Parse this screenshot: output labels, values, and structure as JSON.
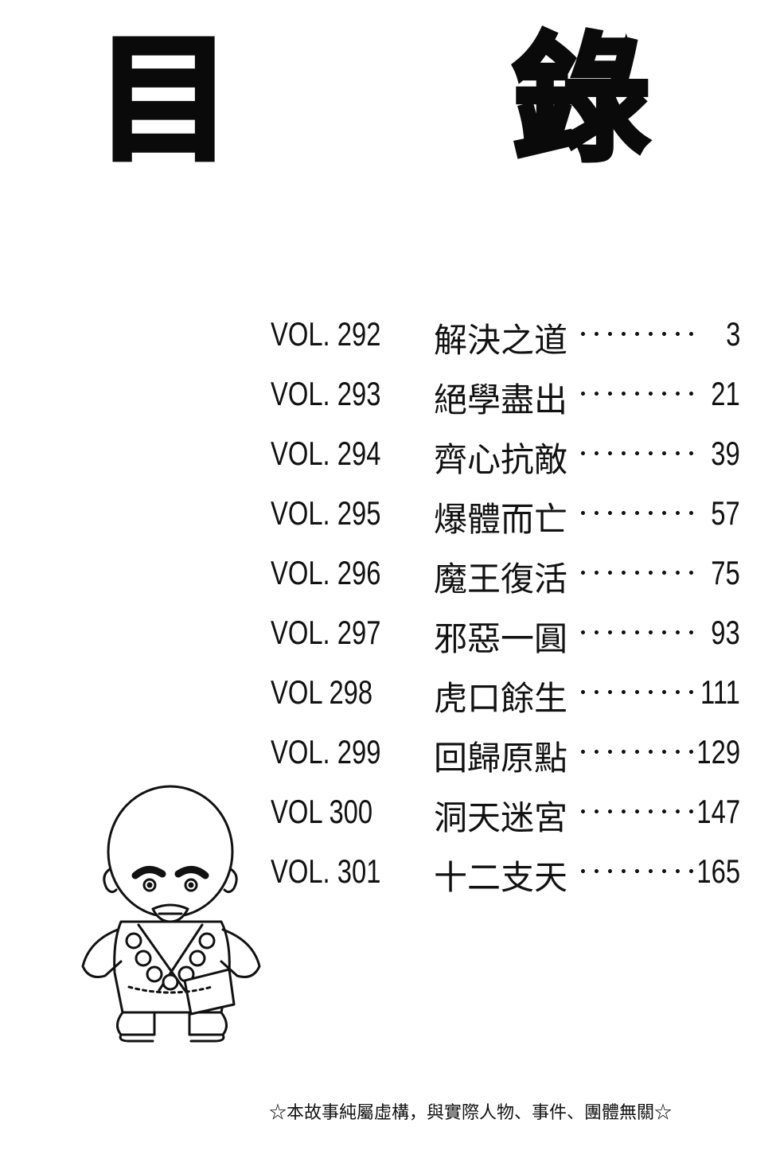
{
  "title": "目　錄",
  "toc": [
    {
      "vol": "VOL. 292",
      "chapter": "解決之道",
      "dots": "･････････",
      "page": "3"
    },
    {
      "vol": "VOL. 293",
      "chapter": "絕學盡出",
      "dots": "･････････",
      "page": "21"
    },
    {
      "vol": "VOL. 294",
      "chapter": "齊心抗敵",
      "dots": "･････････",
      "page": "39"
    },
    {
      "vol": "VOL. 295",
      "chapter": "爆體而亡",
      "dots": "･････････",
      "page": "57"
    },
    {
      "vol": "VOL. 296",
      "chapter": "魔王復活",
      "dots": "･････････",
      "page": "75"
    },
    {
      "vol": "VOL. 297",
      "chapter": "邪惡一圓",
      "dots": "･････････",
      "page": "93"
    },
    {
      "vol": "VOL  298",
      "chapter": "虎口餘生",
      "dots": "･････････",
      "page": "111"
    },
    {
      "vol": "VOL. 299",
      "chapter": "回歸原點",
      "dots": "･････････",
      "page": "129"
    },
    {
      "vol": "VOL  300",
      "chapter": "洞天迷宮",
      "dots": "･････････",
      "page": "147"
    },
    {
      "vol": "VOL. 301",
      "chapter": "十二支天",
      "dots": "･････････",
      "page": "165"
    }
  ],
  "disclaimer": "☆本故事純屬虛構，與實際人物、事件、團體無關☆",
  "mascot": {
    "icon": "bald-monk-character-icon"
  }
}
